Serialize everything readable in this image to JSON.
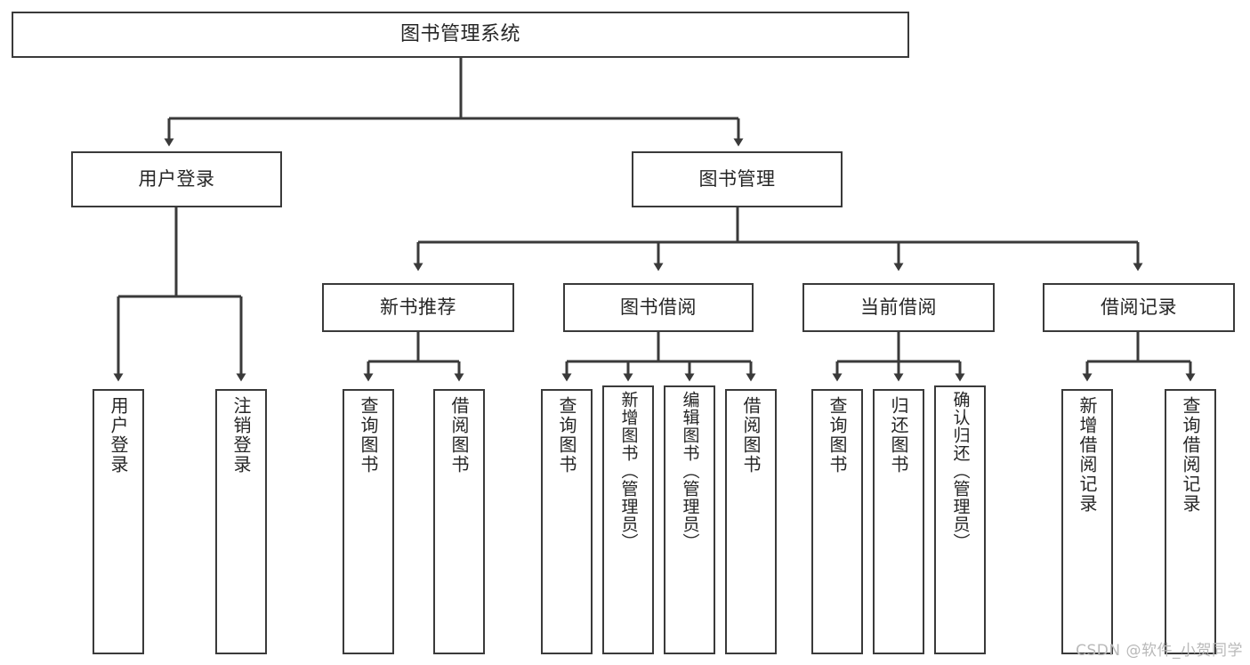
{
  "diagram": {
    "type": "tree-flowchart",
    "title": "图书管理系统",
    "orientation": "top-down",
    "colors": {
      "background": "#ffffff",
      "node_fill": "#ffffff",
      "node_border": "#3a3a3a",
      "edge": "#3a3a3a",
      "text": "#262626",
      "watermark": "#b9b9b9"
    },
    "root": {
      "label": "图书管理系统"
    },
    "level2": [
      {
        "label": "用户登录"
      },
      {
        "label": "图书管理"
      }
    ],
    "level3": [
      {
        "label": "新书推荐"
      },
      {
        "label": "图书借阅"
      },
      {
        "label": "当前借阅"
      },
      {
        "label": "借阅记录"
      }
    ],
    "leaves": {
      "user_login": [
        {
          "label": "用户登录"
        },
        {
          "label": "注销登录"
        }
      ],
      "new_book_recommend": [
        {
          "label": "查询图书"
        },
        {
          "label": "借阅图书"
        }
      ],
      "book_borrow": [
        {
          "label": "查询图书"
        },
        {
          "label": "新增图书（管理员）"
        },
        {
          "label": "编辑图书（管理员）"
        },
        {
          "label": "借阅图书"
        }
      ],
      "current_borrow": [
        {
          "label": "查询图书"
        },
        {
          "label": "归还图书"
        },
        {
          "label": "确认归还（管理员）"
        }
      ],
      "borrow_record": [
        {
          "label": "新增借阅记录"
        },
        {
          "label": "查询借阅记录"
        }
      ]
    }
  },
  "watermark": {
    "text": "CSDN @软件_小贺同学"
  }
}
